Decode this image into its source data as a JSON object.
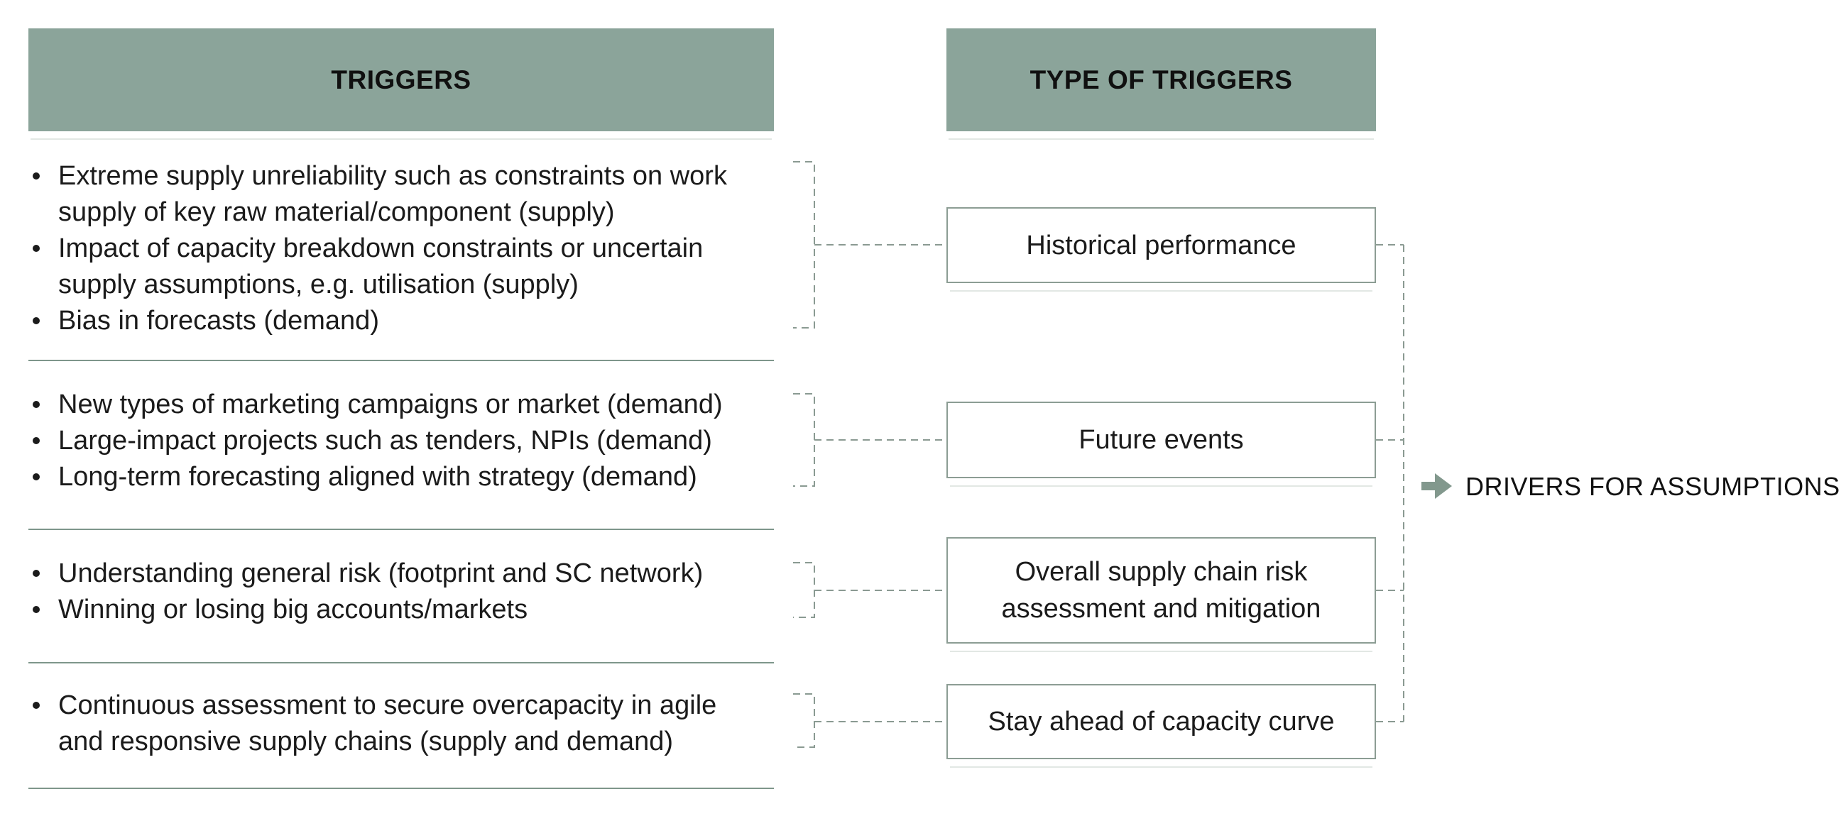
{
  "left_header": {
    "title": "TRIGGERS"
  },
  "middle_header": {
    "title": "TYPE OF TRIGGERS"
  },
  "drivers": {
    "label": "DRIVERS FOR ASSUMPTIONS"
  },
  "colors": {
    "header_fill": "#8BA49A",
    "box_border": "#8C9D94",
    "connector_dash": "#8A9A92",
    "divider": "#7E968B",
    "arrow": "#82988D",
    "text": "#1b1b1b"
  },
  "triggers": {
    "groups": [
      {
        "items": [
          {
            "lines": [
              "Extreme supply unreliability such as constraints on work",
              "supply of key raw material/component (supply)"
            ]
          },
          {
            "lines": [
              "Impact of capacity breakdown constraints or uncertain",
              "supply assumptions, e.g. utilisation (supply)"
            ]
          },
          {
            "lines": [
              "Bias in forecasts (demand)"
            ]
          }
        ]
      },
      {
        "items": [
          {
            "lines": [
              "New types of marketing campaigns or market (demand)"
            ]
          },
          {
            "lines": [
              "Large-impact projects such as tenders, NPIs (demand)"
            ]
          },
          {
            "lines": [
              "Long-term forecasting aligned with strategy (demand)"
            ]
          }
        ]
      },
      {
        "items": [
          {
            "lines": [
              "Understanding general risk (footprint and SC network)"
            ]
          },
          {
            "lines": [
              "Winning or losing big accounts/markets"
            ]
          }
        ]
      },
      {
        "items": [
          {
            "lines": [
              "Continuous assessment to secure overcapacity in agile",
              "and responsive supply chains (supply and demand)"
            ]
          }
        ]
      }
    ]
  },
  "type_boxes": [
    {
      "lines": [
        "Historical performance"
      ]
    },
    {
      "lines": [
        "Future events"
      ]
    },
    {
      "lines": [
        "Overall supply chain risk",
        "assessment and mitigation"
      ]
    },
    {
      "lines": [
        "Stay ahead of capacity curve"
      ]
    }
  ]
}
